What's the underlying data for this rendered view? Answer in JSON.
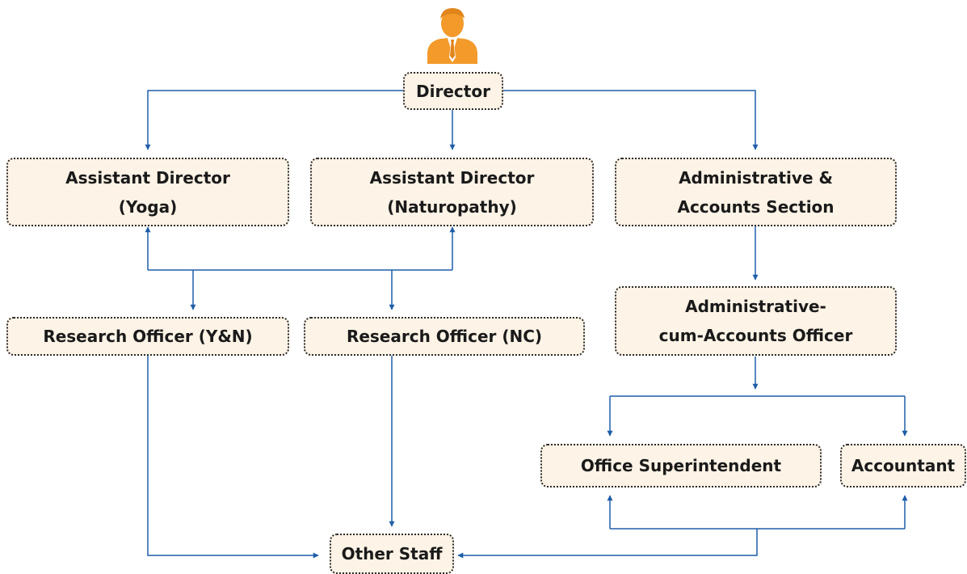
{
  "colors": {
    "box_fill": "#fdf3e6",
    "connector": "#1f5ea8",
    "avatar": "#f39a2b"
  },
  "icons": {
    "avatar": "person-icon"
  },
  "nodes": {
    "director": "Director",
    "ad_yoga": [
      "Assistant Director",
      "(Yoga)"
    ],
    "ad_naturopathy": [
      "Assistant Director",
      "(Naturopathy)"
    ],
    "admin_section": [
      "Administrative &",
      "Accounts Section"
    ],
    "ro_yn": "Research Officer (Y&N)",
    "ro_nc": "Research Officer (NC)",
    "admin_officer": [
      "Administrative-",
      "cum-Accounts Officer"
    ],
    "office_superintendent": "Office Superintendent",
    "accountant": "Accountant",
    "other_staff": "Other Staff"
  }
}
